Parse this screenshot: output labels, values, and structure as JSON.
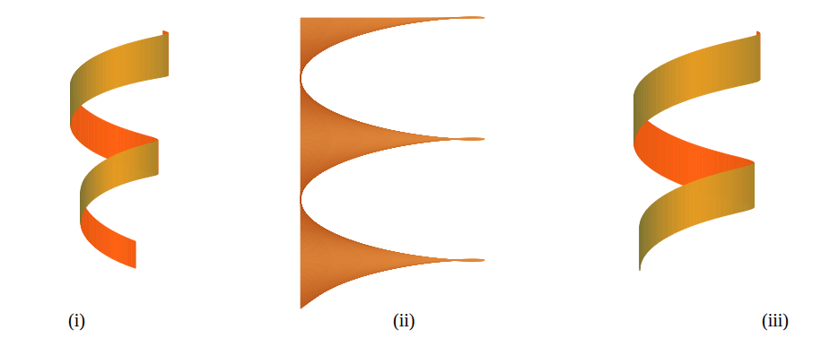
{
  "diagram": {
    "labels": [
      "(i)",
      "(ii)",
      "(iii)"
    ]
  }
}
